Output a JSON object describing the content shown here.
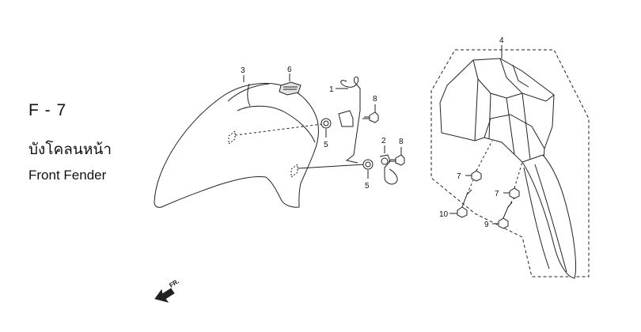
{
  "figure": {
    "code": "F - 7",
    "name_th": "บังโคลนหน้า",
    "name_en": "Front Fender"
  },
  "callouts": {
    "c1": "1",
    "c2": "2",
    "c3": "3",
    "c4": "4",
    "c5a": "5",
    "c5b": "5",
    "c6": "6",
    "c7a": "7",
    "c7b": "7",
    "c8a": "8",
    "c8b": "8",
    "c9": "9",
    "c10": "10"
  },
  "direction": {
    "label": "FR."
  },
  "colors": {
    "line": "#222222",
    "shade": "#e4e4e4",
    "background": "#ffffff"
  }
}
